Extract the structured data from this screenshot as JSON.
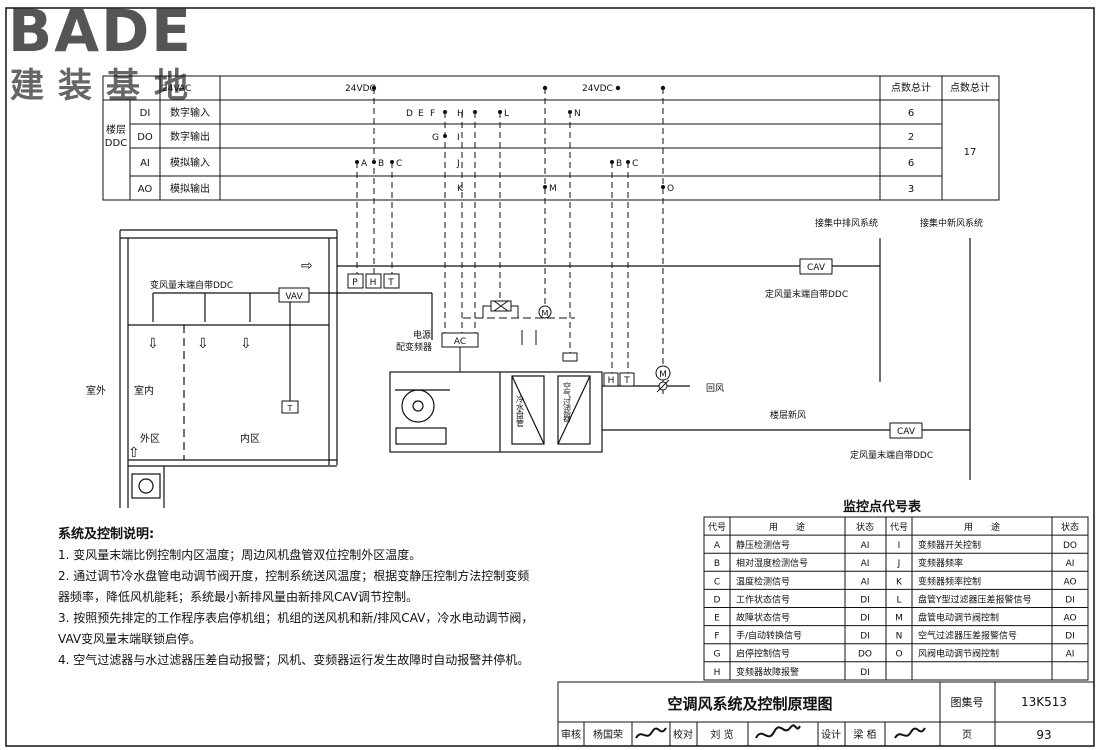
{
  "logo": {
    "brand": "BADE",
    "sub": "建装基地"
  },
  "points_table": {
    "floor_label": [
      "楼层",
      "DDC"
    ],
    "header_supply_left": "24VAC",
    "header_supply_mid": "24VDC",
    "header_supply_right": "24VDC",
    "header_points_total": "点数总计",
    "header_points_sum": "点数总计",
    "rows": [
      {
        "code": "DI",
        "name": "数字输入",
        "count": "6"
      },
      {
        "code": "DO",
        "name": "数字输出",
        "count": "2"
      },
      {
        "code": "AI",
        "name": "模拟输入",
        "count": "6"
      },
      {
        "code": "AO",
        "name": "模拟输出",
        "count": "3"
      }
    ],
    "grand_total": "17"
  },
  "point_letters": [
    "D",
    "E",
    "F",
    "H",
    "L",
    "N",
    "G",
    "I",
    "A",
    "B",
    "C",
    "J",
    "B",
    "C",
    "K",
    "M",
    "O"
  ],
  "diagram": {
    "exhaust_system": "接集中排风系统",
    "fresh_system": "接集中新风系统",
    "cav_top_label": "CAV",
    "cav_top_caption": "定风量末端自带DDC",
    "cav_bottom_label": "CAV",
    "cav_bottom_caption": "定风量末端自带DDC",
    "vav_caption": "变风量末端自带DDC",
    "vav_label": "VAV",
    "sensor_p": "P",
    "sensor_h": "H",
    "sensor_t": "T",
    "sensor_h2": "H",
    "sensor_t2": "T",
    "motor_m": "M",
    "ac_label": "AC",
    "inverter_label": [
      "电源",
      "配变频器"
    ],
    "outdoor": "室外",
    "indoor": "室内",
    "outer_zone": "外区",
    "inner_zone": "内区",
    "thermostat": "T",
    "coil_label": "冷水盘管",
    "filter_label": "空气过滤器",
    "return_air": "回风",
    "floor_fresh_air": "楼层新风"
  },
  "legend": {
    "title": "监控点代号表",
    "headers": [
      "代号",
      "用　　途",
      "状态",
      "代号",
      "用　　途",
      "状态"
    ],
    "left": [
      {
        "code": "A",
        "use": "静压检测信号",
        "state": "AI"
      },
      {
        "code": "B",
        "use": "相对湿度检测信号",
        "state": "AI"
      },
      {
        "code": "C",
        "use": "温度检测信号",
        "state": "AI"
      },
      {
        "code": "D",
        "use": "工作状态信号",
        "state": "DI"
      },
      {
        "code": "E",
        "use": "故障状态信号",
        "state": "DI"
      },
      {
        "code": "F",
        "use": "手/自动转换信号",
        "state": "DI"
      },
      {
        "code": "G",
        "use": "启停控制信号",
        "state": "DO"
      },
      {
        "code": "H",
        "use": "变频器故障报警",
        "state": "DI"
      }
    ],
    "right": [
      {
        "code": "I",
        "use": "变频器开关控制",
        "state": "DO"
      },
      {
        "code": "J",
        "use": "变频器频率",
        "state": "AI"
      },
      {
        "code": "K",
        "use": "变频器频率控制",
        "state": "AO"
      },
      {
        "code": "L",
        "use": "盘管Y型过滤器压差报警信号",
        "state": "DI"
      },
      {
        "code": "M",
        "use": "盘管电动调节阀控制",
        "state": "AO"
      },
      {
        "code": "N",
        "use": "空气过滤器压差报警信号",
        "state": "DI"
      },
      {
        "code": "O",
        "use": "风阀电动调节阀控制",
        "state": "AI"
      }
    ]
  },
  "notes": {
    "title": "系统及控制说明:",
    "lines": [
      "1. 变风量末端比例控制内区温度；周边风机盘管双位控制外区温度。",
      "2. 通过调节冷水盘管电动调节阀开度，控制系统送风温度；根据变静压控制方法控制变频",
      "器频率，降低风机能耗；系统最小新排风量由新排风CAV调节控制。",
      "3. 按照预先排定的工作程序表启停机组；机组的送风机和新/排风CAV，冷水电动调节阀，",
      "VAV变风量末端联锁启停。",
      "4. 空气过滤器与水过滤器压差自动报警；风机、变频器运行发生故障时自动报警并停机。"
    ]
  },
  "title_block": {
    "title": "空调风系统及控制原理图",
    "atlas_label": "图集号",
    "atlas_no": "13K513",
    "review_label": "审核",
    "reviewer": "杨国荣",
    "check_label": "校对",
    "checker": "刘 览",
    "design_label": "设计",
    "designer": "梁 栢",
    "page_label": "页",
    "page_no": "93"
  }
}
